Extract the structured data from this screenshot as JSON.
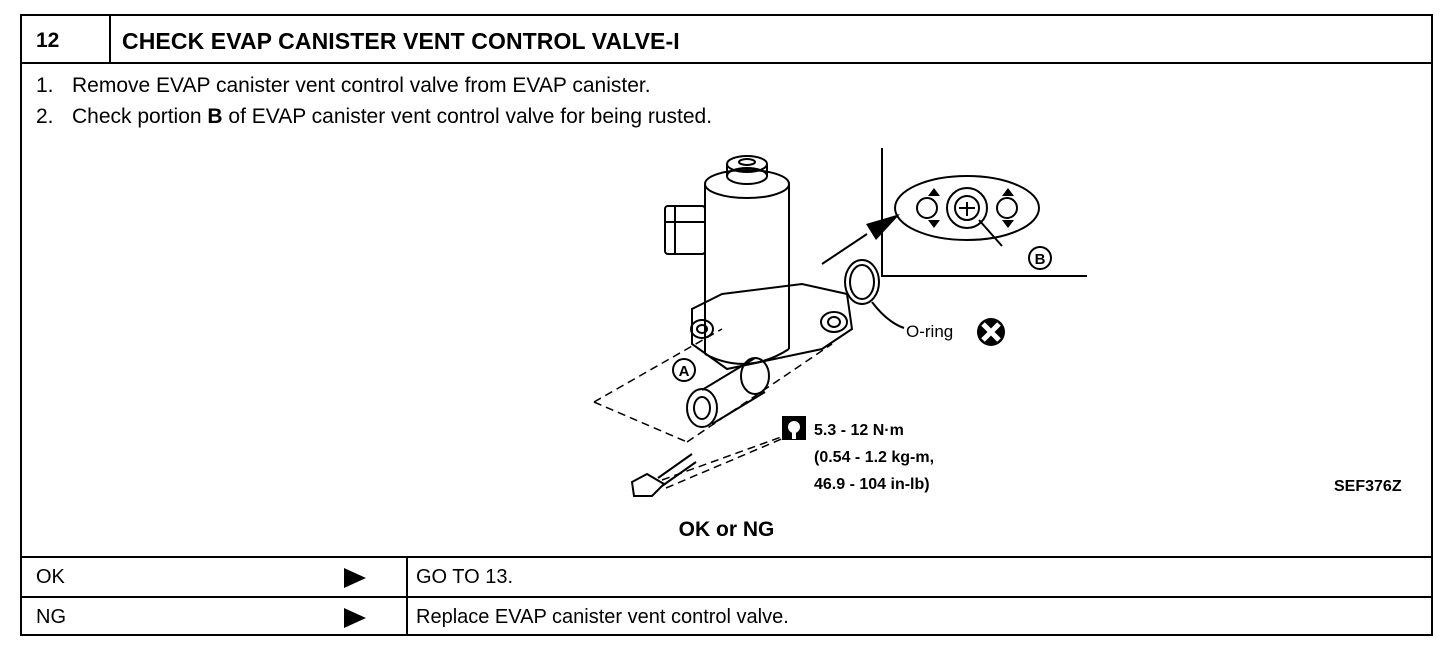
{
  "header": {
    "step_number": "12",
    "title": "CHECK EVAP CANISTER VENT CONTROL VALVE-I"
  },
  "steps": [
    {
      "num": "1.",
      "text": "Remove EVAP canister vent control valve from EVAP canister."
    },
    {
      "num": "2.",
      "pre": "Check portion ",
      "bold": "B",
      "post": " of EVAP canister vent control valve for being rusted."
    }
  ],
  "illustration": {
    "label_a": "A",
    "label_b": "B",
    "oring_label": "O-ring",
    "torque_lines": [
      "5.3 - 12 N·m",
      "(0.54 - 1.2 kg-m,",
      "46.9 - 104 in-lb)"
    ],
    "figure_code": "SEF376Z"
  },
  "ok_or_ng": "OK or NG",
  "results": [
    {
      "label": "OK",
      "action": "GO TO 13."
    },
    {
      "label": "NG",
      "action": "Replace EVAP canister vent control valve."
    }
  ]
}
